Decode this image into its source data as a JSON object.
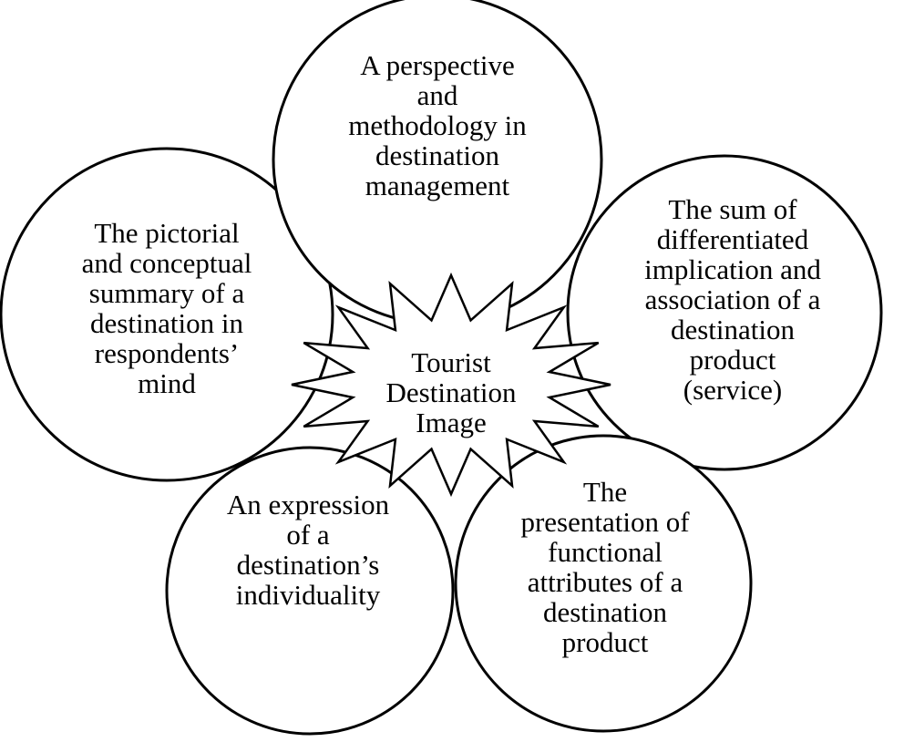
{
  "diagram": {
    "center": {
      "lines": [
        "Tourist",
        "Destination",
        "Image"
      ]
    },
    "circles": [
      {
        "id": "top",
        "lines": [
          "A perspective",
          "and",
          "methodology in",
          "destination",
          "management"
        ]
      },
      {
        "id": "left",
        "lines": [
          "The pictorial",
          "and conceptual",
          "summary of a",
          "destination in",
          "respondents’",
          "mind"
        ]
      },
      {
        "id": "right",
        "lines": [
          "The sum of",
          "differentiated",
          "implication and",
          "association of a",
          "destination",
          "product",
          "(service)"
        ]
      },
      {
        "id": "bottom-left",
        "lines": [
          "An expression",
          "of a",
          "destination’s",
          "individuality"
        ]
      },
      {
        "id": "bottom-right",
        "lines": [
          "The",
          "presentation of",
          "functional",
          "attributes of a",
          "destination",
          "product"
        ]
      }
    ]
  }
}
